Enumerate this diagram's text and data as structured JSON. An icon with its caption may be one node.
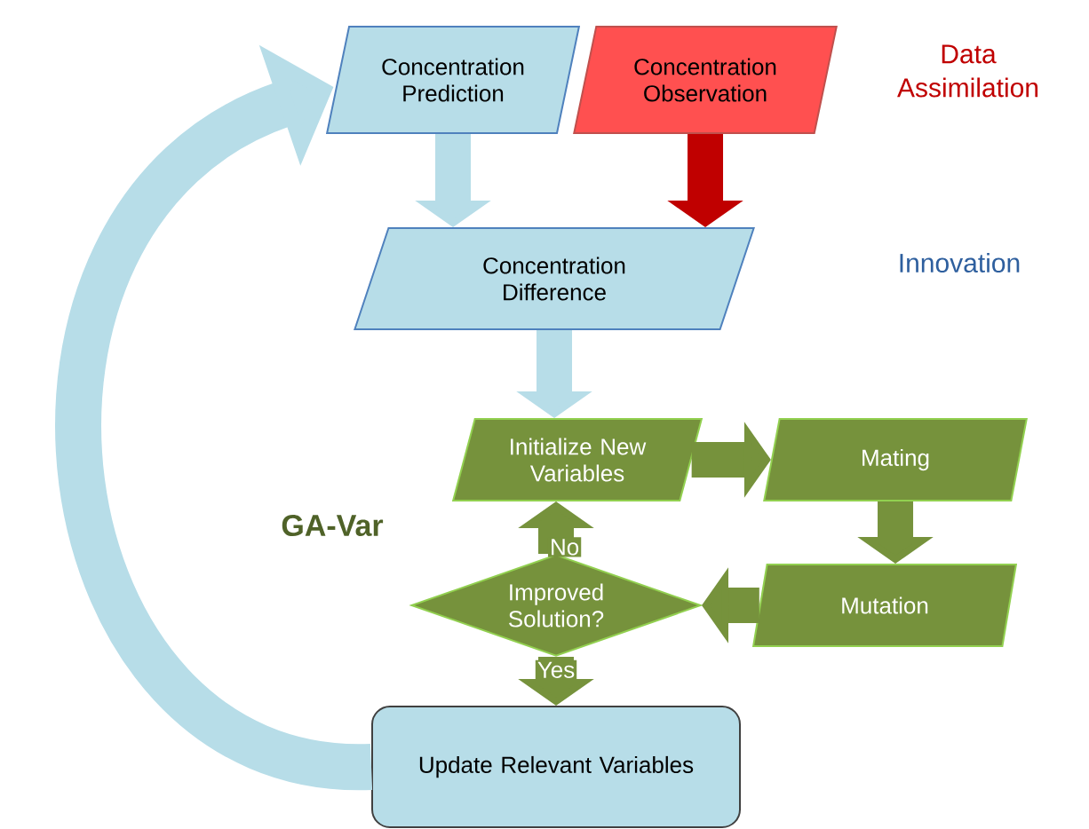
{
  "diagram": {
    "nodes": [
      {
        "text": [
          "Concentration Prediction"
        ]
      },
      {
        "text": [
          "Concentration Observation"
        ]
      },
      {
        "text": [
          "Concentration Difference"
        ]
      },
      {
        "text": [
          "Initialize New Variables"
        ]
      },
      {
        "text": [
          "Mating"
        ]
      },
      {
        "text": [
          "Mutation"
        ]
      },
      {
        "text": [
          "Improved Solution?"
        ]
      },
      {
        "text": [
          "Update Relevant Variables"
        ]
      }
    ],
    "edges": [
      {
        "from": 0,
        "to": 2,
        "arrow": "to",
        "color": "#b7dde8"
      },
      {
        "from": 1,
        "to": 2,
        "arrow": "to",
        "color": "#c00000"
      },
      {
        "from": 2,
        "to": 3,
        "arrow": "to",
        "color": "#b7dde8"
      },
      {
        "from": 3,
        "to": 4,
        "arrow": "to"
      },
      {
        "from": 4,
        "to": 5,
        "arrow": "to"
      },
      {
        "from": 5,
        "to": 6,
        "arrow": "to"
      },
      {
        "from": 6,
        "to": 3,
        "arrow": "to",
        "label": "No"
      },
      {
        "from": 6,
        "to": 7,
        "arrow": "to",
        "label": "Yes"
      },
      {
        "from": 7,
        "to": 0,
        "arrow": "to",
        "color": "#b7dde8"
      }
    ],
    "labels": [
      "Data Assimilation",
      "Innovation",
      "GA-Var"
    ]
  }
}
